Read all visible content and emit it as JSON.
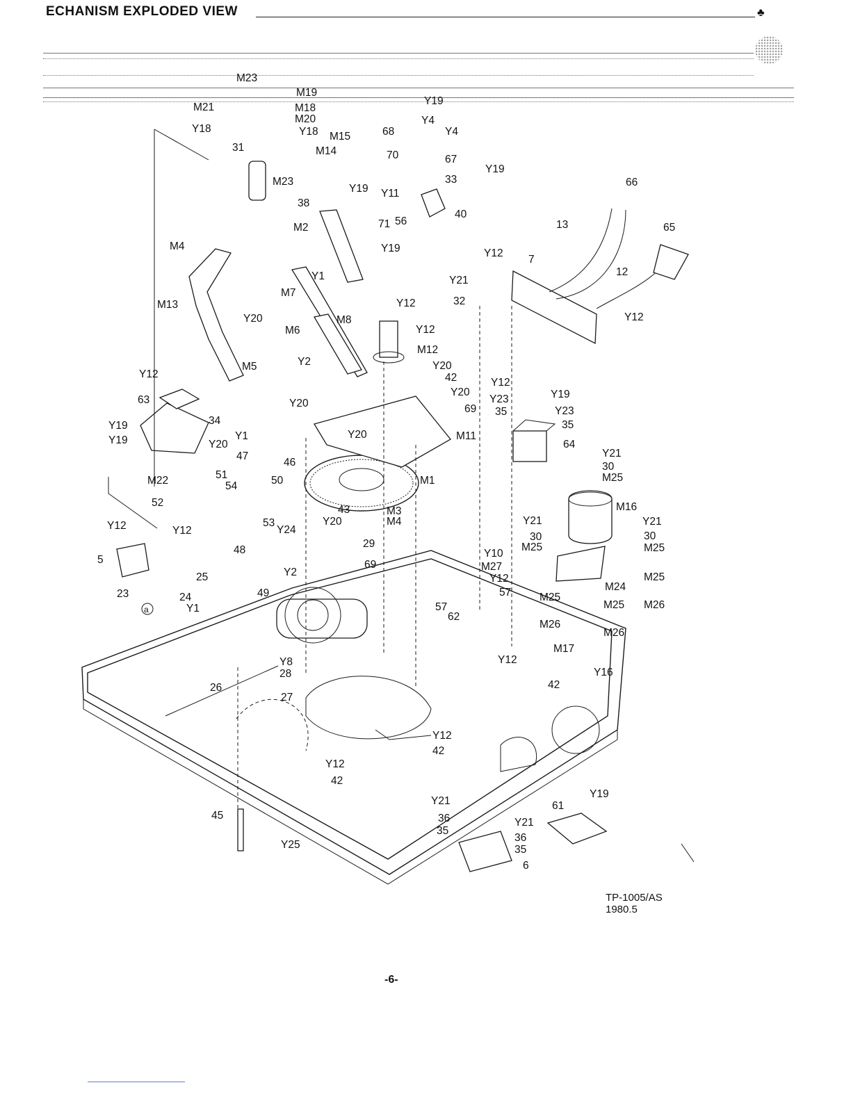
{
  "header": {
    "title": "ECHANISM EXPLODED VIEW"
  },
  "footer": {
    "model": "TP-1005/AS",
    "date": "1980.5",
    "page": "-6-"
  },
  "part_labels": [
    "M23",
    "M19",
    "M21",
    "M18",
    "M20",
    "Y18",
    "Y18",
    "Y19",
    "Y4",
    "Y4",
    "68",
    "M15",
    "M14",
    "31",
    "70",
    "67",
    "Y19",
    "33",
    "M23",
    "Y19",
    "Y11",
    "38",
    "56",
    "71",
    "40",
    "66",
    "13",
    "65",
    "M2",
    "Y19",
    "M4",
    "Y12",
    "7",
    "12",
    "Y1",
    "Y21",
    "M7",
    "32",
    "Y12",
    "M13",
    "Y12",
    "Y20",
    "M8",
    "Y12",
    "M6",
    "M12",
    "M5",
    "Y2",
    "Y20",
    "Y12",
    "42",
    "Y20",
    "Y19",
    "Y12",
    "63",
    "Y20",
    "Y23",
    "Y19",
    "69",
    "Y23",
    "35",
    "35",
    "34",
    "Y19",
    "Y20",
    "M11",
    "Y1",
    "Y20",
    "64",
    "47",
    "46",
    "Y21",
    "30",
    "51",
    "50",
    "M25",
    "M22",
    "54",
    "M1",
    "M16",
    "52",
    "43",
    "M3",
    "M4",
    "Y20",
    "Y21",
    "Y21",
    "53",
    "Y24",
    "30",
    "30",
    "Y12",
    "Y12",
    "M25",
    "M25",
    "29",
    "48",
    "Y10",
    "5",
    "69",
    "M27",
    "Y2",
    "Y12",
    "25",
    "M25",
    "M24",
    "23",
    "49",
    "57",
    "24",
    "M25",
    "M25",
    "M26",
    "Y1",
    "57",
    "62",
    "M26",
    "M26",
    "M17",
    "Y12",
    "Y8",
    "28",
    "Y16",
    "42",
    "26",
    "27",
    "Y12",
    "42",
    "Y12",
    "42",
    "Y19",
    "Y21",
    "61",
    "45",
    "36",
    "Y21",
    "35",
    "36",
    "Y25",
    "35",
    "6",
    "a"
  ]
}
